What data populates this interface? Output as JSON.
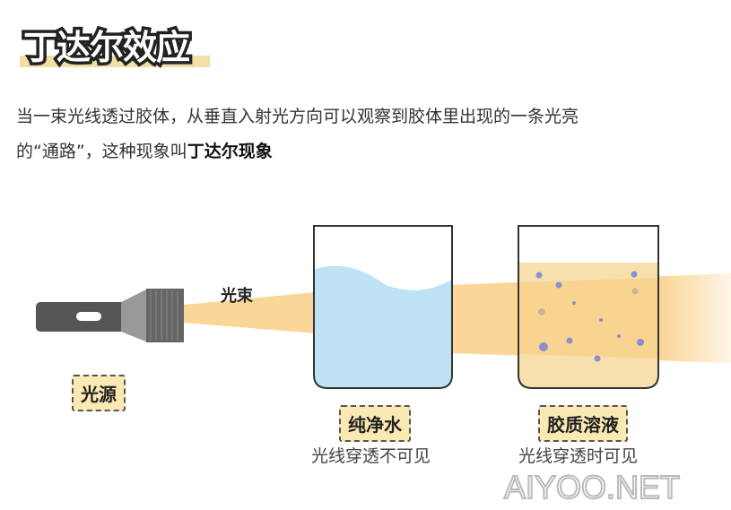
{
  "title": "丁达尔效应",
  "description": {
    "line1": "当一束光线透过胶体，从垂直入射光方向可以观察到胶体里出现的一条光亮",
    "line2_prefix": "的“通路”，这种现象叫",
    "line2_bold": "丁达尔现象"
  },
  "diagram": {
    "beam_label": "光束",
    "light_source_label": "光源",
    "pure_water_label": "纯净水",
    "pure_water_caption": "光线穿透不可见",
    "colloid_label": "胶质溶液",
    "colloid_caption": "光线穿透时可见"
  },
  "watermark": "AIYOO.NET",
  "colors": {
    "beam": "#f9cf85",
    "water": "#bfe3f5",
    "colloid": "#f7dfae",
    "tag_bg": "#fbe9b4",
    "flashlight": "#555555"
  }
}
